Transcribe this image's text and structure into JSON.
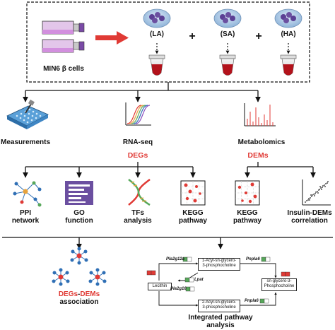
{
  "top": {
    "cells_label": "MIN6 β cells",
    "conditions": [
      "(LA)",
      "(SA)",
      "(HA)"
    ],
    "plus": "+"
  },
  "branches": {
    "measurements": "Measurements",
    "rnaseq": "RNA-seq",
    "degs": "DEGs",
    "metabolomics": "Metabolomics",
    "dems": "DEMs"
  },
  "analyses": [
    {
      "line1": "PPI",
      "line2": "network"
    },
    {
      "line1": "GO",
      "line2": "function"
    },
    {
      "line1": "TFs",
      "line2": "analysis"
    },
    {
      "line1": "KEGG",
      "line2": "pathway"
    },
    {
      "line1": "KEGG",
      "line2": "pathway"
    },
    {
      "line1": "Insulin-DEMs",
      "line2": "correlation"
    }
  ],
  "bottom_left": {
    "degs": "DEGs",
    "dash": "-",
    "dems": "DEMs",
    "assoc": "association"
  },
  "pathway": {
    "title1": "Integrated pathway",
    "title2": "analysis",
    "node1_a": "1-Acyl-sn-glycero-",
    "node1_b": "3-phosphocholine",
    "node2_a": "2-Acyl-sn-glycero-",
    "node2_b": "3-phosphocholine",
    "lecithin": "Lecithin",
    "snglycero_a": "sn-glycero-3-",
    "snglycero_b": "Phosphocholine",
    "genes": [
      "Pla2g12a",
      "Lpat",
      "Pla2g16",
      "Pnpla6",
      "Pnpla6"
    ]
  },
  "colors": {
    "red": "#e03a35",
    "purple": "#6b4fa0",
    "blue": "#2f6fb5",
    "green": "#57a85a"
  }
}
